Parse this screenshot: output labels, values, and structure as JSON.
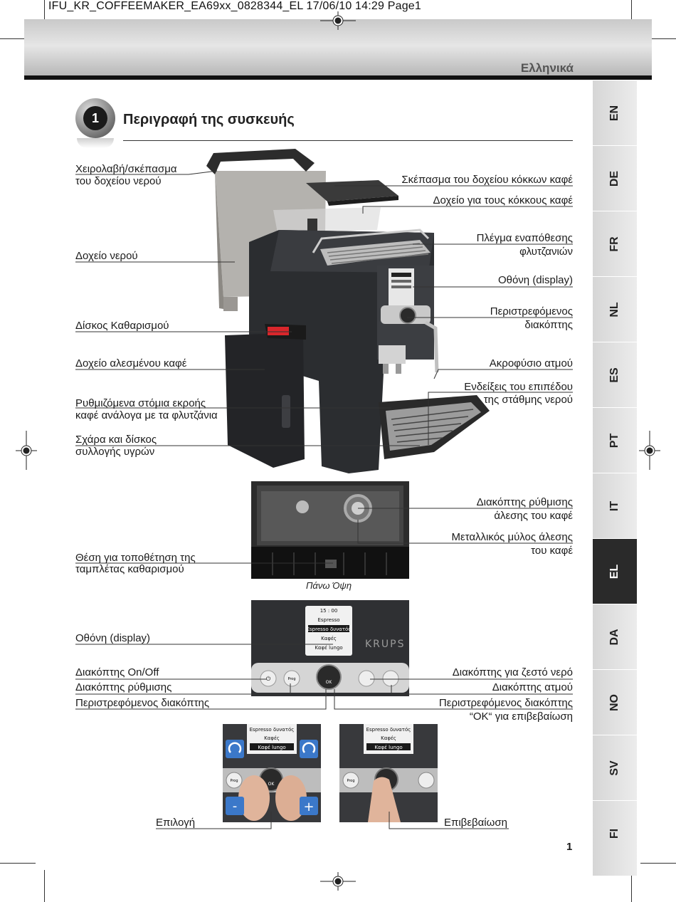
{
  "print_header": "IFU_KR_COFFEEMAKER_EA69xx_0828344_EL 17/06/10 14:29 Page1",
  "banner": {
    "language": "Ελληνικά"
  },
  "sidebar": {
    "tabs": [
      "EN",
      "DE",
      "FR",
      "NL",
      "ES",
      "PT",
      "IT",
      "EL",
      "DA",
      "NO",
      "SV",
      "FI"
    ],
    "active": "EL"
  },
  "section": {
    "number": "1",
    "title": "Περιγραφή της συσκευής"
  },
  "labels": {
    "handle": [
      "Χειρολαβή/σκέπασμα",
      "του δοχείου νερού"
    ],
    "water_tank": "Δοχείο νερού",
    "cleaning_disc": "Δίσκος Καθαρισμού",
    "ground_coffee_container": "Δοχείο αλεσμένου καφέ",
    "adjustable_spouts": [
      "Ρυθμιζόμενα στόμια εκροής",
      "καφέ ανάλογα με τα φλυτζάνια"
    ],
    "drip_tray": [
      "Σχάρα και δίσκος",
      "συλλογής υγρών"
    ],
    "bean_lid": "Σκέπασμα του δοχείου κόκκων καφέ",
    "bean_container": "Δοχείο για τους κόκκους καφέ",
    "cup_grid": [
      "Πλέγμα εναπόθεσης",
      "φλυτζανιών"
    ],
    "display": "Οθόνη (display)",
    "rotary_switch": [
      "Περιστρεφόμενος",
      "διακόπτης"
    ],
    "steam_nozzle": "Ακροφύσιο ατμού",
    "water_level": [
      "Ενδείξεις του επιπέδου",
      "της στάθμης νερού"
    ],
    "grind_knob": [
      "Διακόπτης ρύθμισης",
      "άλεσης του καφέ"
    ],
    "metal_grinder": [
      "Μεταλλικός μύλος άλεσης",
      "του καφέ"
    ],
    "cleaning_tablet": [
      "Θέση για τοποθέτηση της",
      "ταμπλέτας καθαρισμού"
    ],
    "top_view_caption": "Πάνω Όψη",
    "display2": "Οθόνη (display)",
    "on_off": "Διακόπτης On/Off",
    "prog_switch": "Διακόπτης ρύθμισης",
    "rotary_switch2": "Περιστρεφόμενος διακόπτης",
    "hot_water": "Διακόπτης για ζεστό νερό",
    "steam_switch": "Διακόπτης ατμού",
    "rotary_ok": [
      "Περιστρεφόμενος διακόπτης",
      "“OK“ για επιβεβαίωση"
    ],
    "select": "Επιλογή",
    "confirm": "Επιβεβαίωση"
  },
  "display_screen": {
    "time": "15 : 00",
    "items": [
      "Espresso",
      "Espresso δυνατός",
      "Καφές",
      "Καφέ lungo"
    ],
    "selected": "Espresso δυνατός",
    "brand": "KRUPS",
    "buttons": {
      "prog": "Prog",
      "ok": "OK"
    }
  },
  "photo_select": {
    "items": [
      "Espresso δυνατός",
      "Καφές",
      "Καφέ lungo"
    ],
    "selected": "Καφέ lungo",
    "minus": "-",
    "plus": "+",
    "prog": "Prog",
    "ok": "OK"
  },
  "photo_confirm": {
    "items": [
      "Espresso δυνατός",
      "Καφές",
      "Καφέ lungo"
    ],
    "selected": "Καφέ lungo",
    "prog": "Prog"
  },
  "page_number": "1",
  "colors": {
    "accent_red": "#d9262b",
    "tab_active": "#2a2a2a",
    "machine": "#2b2d30"
  }
}
